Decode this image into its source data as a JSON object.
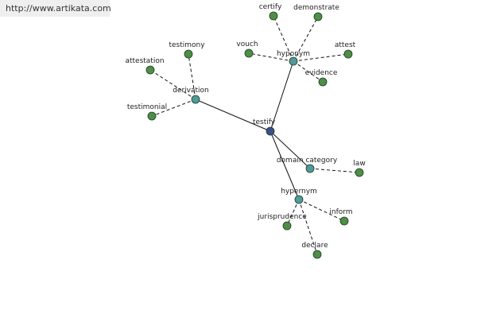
{
  "source": {
    "url": "http://www.artikata.com"
  },
  "colors": {
    "root": "#3a4f8c",
    "hub": "#4f9a9a",
    "leaf": "#4e8f47",
    "edge": "#111111"
  },
  "graph": {
    "nodes": [
      {
        "id": "testify",
        "label": "testify",
        "kind": "root"
      },
      {
        "id": "derivation",
        "label": "derivation",
        "kind": "hub"
      },
      {
        "id": "hyponym",
        "label": "hyponym",
        "kind": "hub"
      },
      {
        "id": "domain_category",
        "label": "domain category",
        "kind": "hub"
      },
      {
        "id": "hypernym",
        "label": "hypernym",
        "kind": "hub"
      },
      {
        "id": "testimony",
        "label": "testimony",
        "kind": "leaf"
      },
      {
        "id": "attestation",
        "label": "attestation",
        "kind": "leaf"
      },
      {
        "id": "testimonial",
        "label": "testimonial",
        "kind": "leaf"
      },
      {
        "id": "certify",
        "label": "certify",
        "kind": "leaf"
      },
      {
        "id": "demonstrate",
        "label": "demonstrate",
        "kind": "leaf"
      },
      {
        "id": "vouch",
        "label": "vouch",
        "kind": "leaf"
      },
      {
        "id": "attest",
        "label": "attest",
        "kind": "leaf"
      },
      {
        "id": "evidence",
        "label": "evidence",
        "kind": "leaf"
      },
      {
        "id": "law",
        "label": "law",
        "kind": "leaf"
      },
      {
        "id": "jurisprudence",
        "label": "jurisprudence",
        "kind": "leaf"
      },
      {
        "id": "inform",
        "label": "inform",
        "kind": "leaf"
      },
      {
        "id": "declare",
        "label": "declare",
        "kind": "leaf"
      }
    ],
    "edges": [
      {
        "from": "testify",
        "to": "derivation",
        "style": "solid"
      },
      {
        "from": "testify",
        "to": "hyponym",
        "style": "solid"
      },
      {
        "from": "testify",
        "to": "domain_category",
        "style": "solid"
      },
      {
        "from": "testify",
        "to": "hypernym",
        "style": "solid"
      },
      {
        "from": "derivation",
        "to": "testimony",
        "style": "dashed"
      },
      {
        "from": "derivation",
        "to": "attestation",
        "style": "dashed"
      },
      {
        "from": "derivation",
        "to": "testimonial",
        "style": "dashed"
      },
      {
        "from": "hyponym",
        "to": "certify",
        "style": "dashed"
      },
      {
        "from": "hyponym",
        "to": "demonstrate",
        "style": "dashed"
      },
      {
        "from": "hyponym",
        "to": "vouch",
        "style": "dashed"
      },
      {
        "from": "hyponym",
        "to": "attest",
        "style": "dashed"
      },
      {
        "from": "hyponym",
        "to": "evidence",
        "style": "dashed"
      },
      {
        "from": "domain_category",
        "to": "law",
        "style": "dashed"
      },
      {
        "from": "hypernym",
        "to": "jurisprudence",
        "style": "dashed"
      },
      {
        "from": "hypernym",
        "to": "inform",
        "style": "dashed"
      },
      {
        "from": "hypernym",
        "to": "declare",
        "style": "dashed"
      }
    ]
  }
}
